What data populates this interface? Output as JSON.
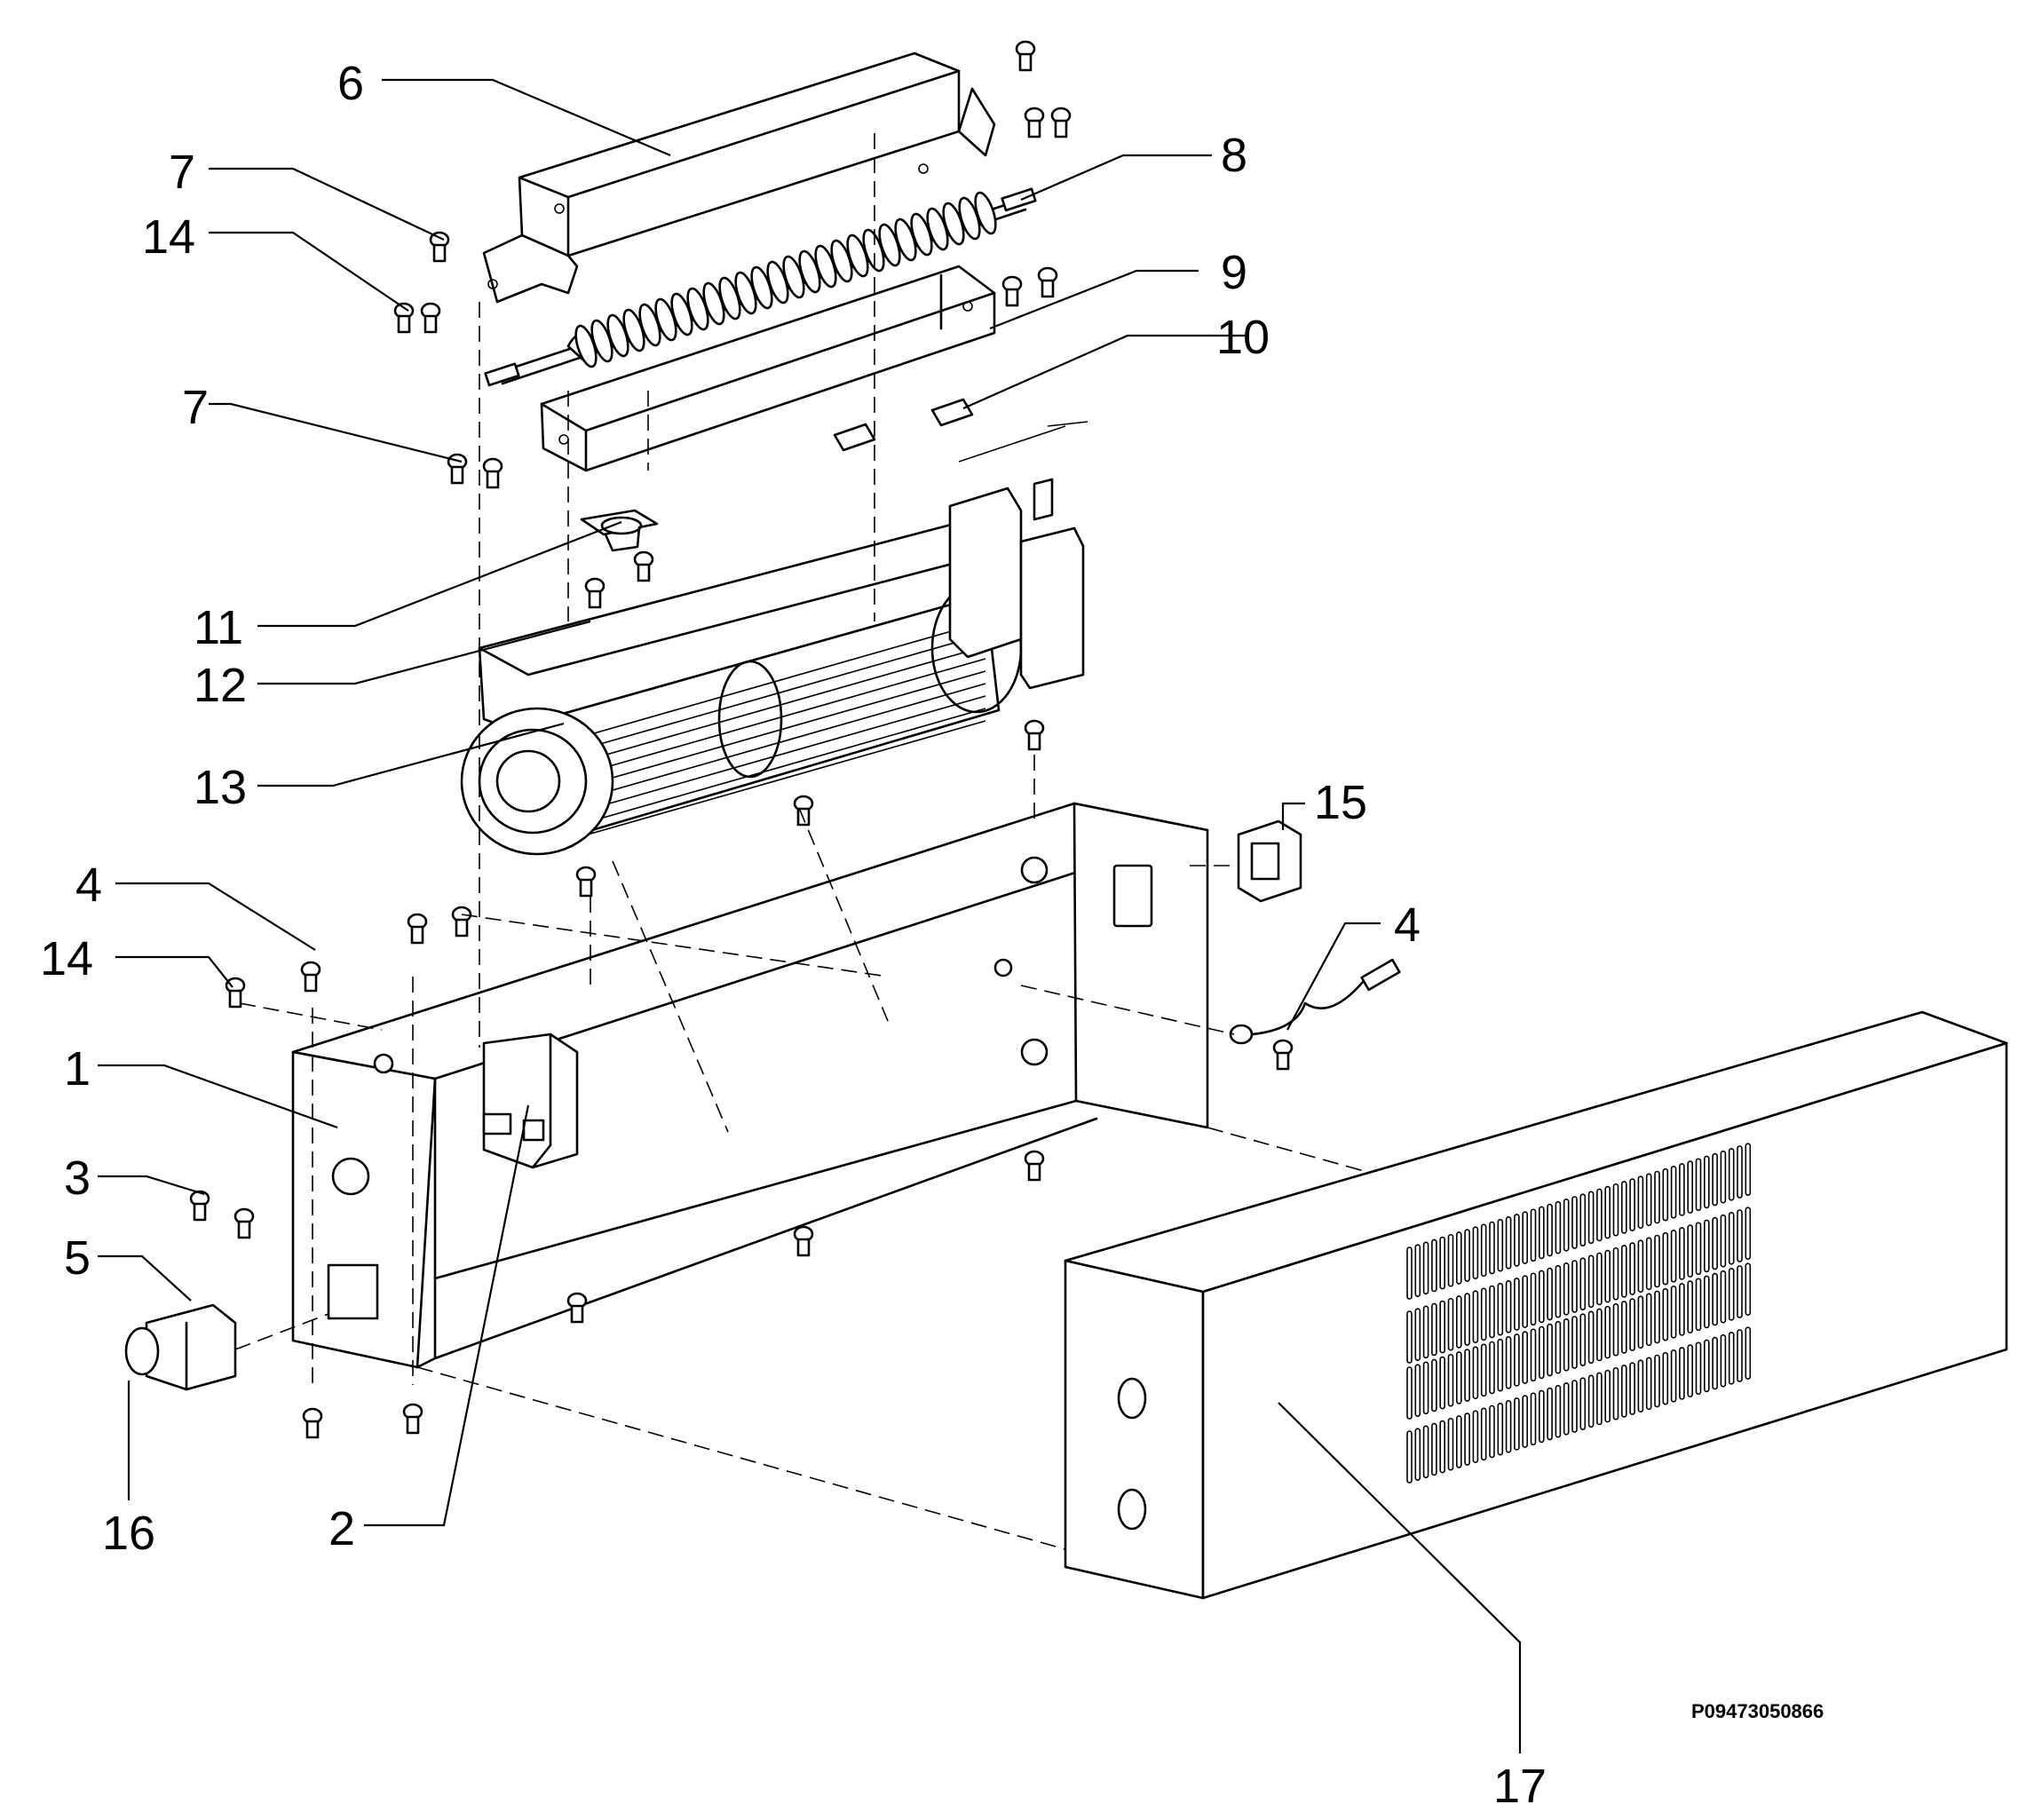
{
  "callouts": [
    {
      "key": "c1",
      "label": "1"
    },
    {
      "key": "c2",
      "label": "2"
    },
    {
      "key": "c3",
      "label": "3"
    },
    {
      "key": "c4a",
      "label": "4"
    },
    {
      "key": "c4b",
      "label": "4"
    },
    {
      "key": "c5",
      "label": "5"
    },
    {
      "key": "c6",
      "label": "6"
    },
    {
      "key": "c7a",
      "label": "7"
    },
    {
      "key": "c7b",
      "label": "7"
    },
    {
      "key": "c8",
      "label": "8"
    },
    {
      "key": "c9",
      "label": "9"
    },
    {
      "key": "c10",
      "label": "10"
    },
    {
      "key": "c11",
      "label": "11"
    },
    {
      "key": "c12",
      "label": "12"
    },
    {
      "key": "c13",
      "label": "13"
    },
    {
      "key": "c14a",
      "label": "14"
    },
    {
      "key": "c14b",
      "label": "14"
    },
    {
      "key": "c15",
      "label": "15"
    },
    {
      "key": "c16",
      "label": "16"
    },
    {
      "key": "c17",
      "label": "17"
    }
  ],
  "drawing_ref": "P09473050866"
}
